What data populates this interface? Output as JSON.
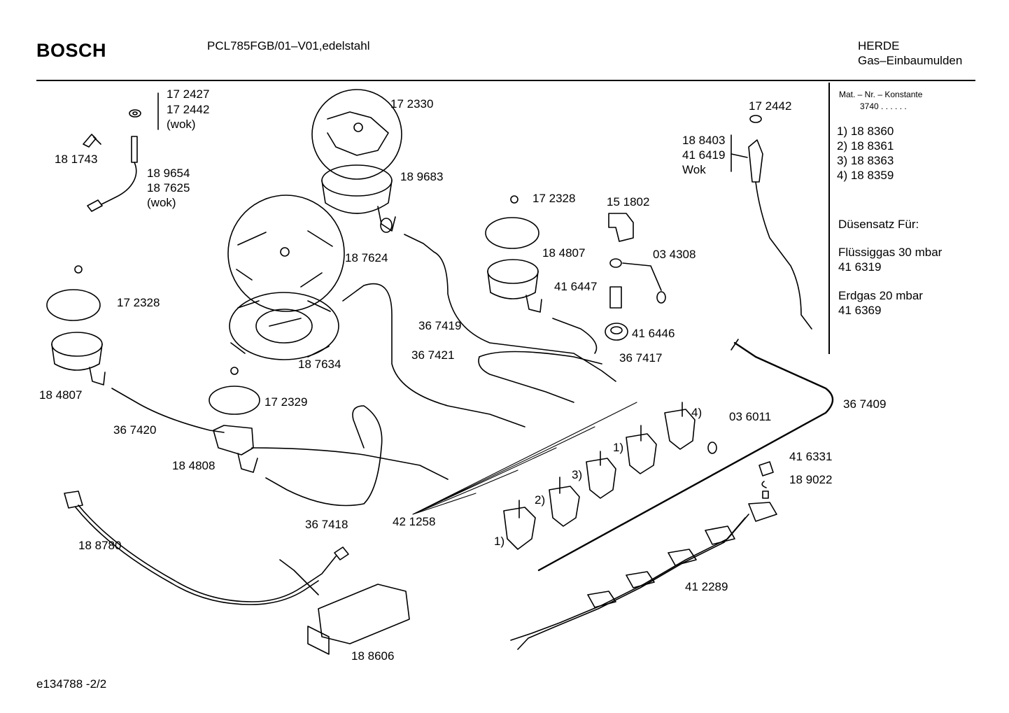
{
  "header": {
    "brand": "BOSCH",
    "model": "PCL785FGB/01–V01,edelstahl",
    "category": "HERDE",
    "subcategory": "Gas–Einbaumulden"
  },
  "legend": {
    "title": "Mat. – Nr. – Konstante",
    "constant": "3740  .  .  .  .  .  .",
    "variants": [
      "1)  18 8360",
      "2)  18 8361",
      "3)  18 8363",
      "4)  18 8359"
    ],
    "nozzle_heading": "Düsensatz Für:",
    "lpg_label": "Flüssiggas 30 mbar",
    "lpg_part": "41 6319",
    "natgas_label": "Erdgas 20 mbar",
    "natgas_part": "41 6369"
  },
  "parts": [
    {
      "id": "p-172427",
      "text": "17 2427"
    },
    {
      "id": "p-172442a",
      "text": "17 2442"
    },
    {
      "id": "p-wok1",
      "text": "(wok)"
    },
    {
      "id": "p-181743",
      "text": "18 1743"
    },
    {
      "id": "p-189654",
      "text": "18 9654"
    },
    {
      "id": "p-187625",
      "text": "18 7625"
    },
    {
      "id": "p-wok2",
      "text": "(wok)"
    },
    {
      "id": "p-172330",
      "text": "17 2330"
    },
    {
      "id": "p-189683",
      "text": "18 9683"
    },
    {
      "id": "p-187624",
      "text": "18 7624"
    },
    {
      "id": "p-172328a",
      "text": "17 2328"
    },
    {
      "id": "p-172328b",
      "text": "17 2328"
    },
    {
      "id": "p-151802",
      "text": "15 1802"
    },
    {
      "id": "p-184807a",
      "text": "18 4807"
    },
    {
      "id": "p-034308",
      "text": "03 4308"
    },
    {
      "id": "p-416447",
      "text": "41 6447"
    },
    {
      "id": "p-367419",
      "text": "36 7419"
    },
    {
      "id": "p-416446",
      "text": "41 6446"
    },
    {
      "id": "p-187634",
      "text": "18 7634"
    },
    {
      "id": "p-367421",
      "text": "36 7421"
    },
    {
      "id": "p-367417",
      "text": "36 7417"
    },
    {
      "id": "p-184807b",
      "text": "18 4807"
    },
    {
      "id": "p-172329",
      "text": "17 2329"
    },
    {
      "id": "p-367420",
      "text": "36 7420"
    },
    {
      "id": "p-184808",
      "text": "18 4808"
    },
    {
      "id": "p-367418",
      "text": "36 7418"
    },
    {
      "id": "p-421258",
      "text": "42 1258"
    },
    {
      "id": "p-172442b",
      "text": "17 2442"
    },
    {
      "id": "p-188403",
      "text": "18 8403"
    },
    {
      "id": "p-416419",
      "text": "41 6419"
    },
    {
      "id": "p-wok3",
      "text": "Wok"
    },
    {
      "id": "p-367409",
      "text": "36 7409"
    },
    {
      "id": "p-036011",
      "text": "03 6011"
    },
    {
      "id": "p-416331",
      "text": "41 6331"
    },
    {
      "id": "p-189022",
      "text": "18 9022"
    },
    {
      "id": "p-188780",
      "text": "18 8780"
    },
    {
      "id": "p-412289",
      "text": "41 2289"
    },
    {
      "id": "p-188606",
      "text": "18 8606"
    },
    {
      "id": "p-v1a",
      "text": "1)"
    },
    {
      "id": "p-v1b",
      "text": "1)"
    },
    {
      "id": "p-v2",
      "text": "2)"
    },
    {
      "id": "p-v3",
      "text": "3)"
    },
    {
      "id": "p-v4",
      "text": "4)"
    }
  ],
  "footer": {
    "doc_id": "e134788  -2/2"
  }
}
